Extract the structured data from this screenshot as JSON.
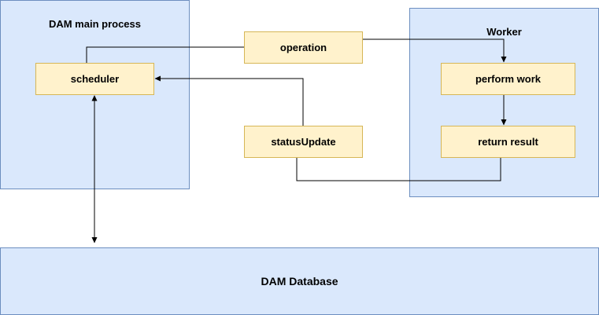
{
  "containers": {
    "main_process": "DAM main process",
    "worker": "Worker",
    "database": "DAM Database"
  },
  "nodes": {
    "scheduler": "scheduler",
    "operation": "operation",
    "status_update": "statusUpdate",
    "perform_work": "perform work",
    "return_result": "return result"
  },
  "colors": {
    "container_fill": "#dae8fc",
    "container_stroke": "#6c8ebf",
    "node_fill": "#fff2cc",
    "node_stroke": "#d6b656"
  }
}
